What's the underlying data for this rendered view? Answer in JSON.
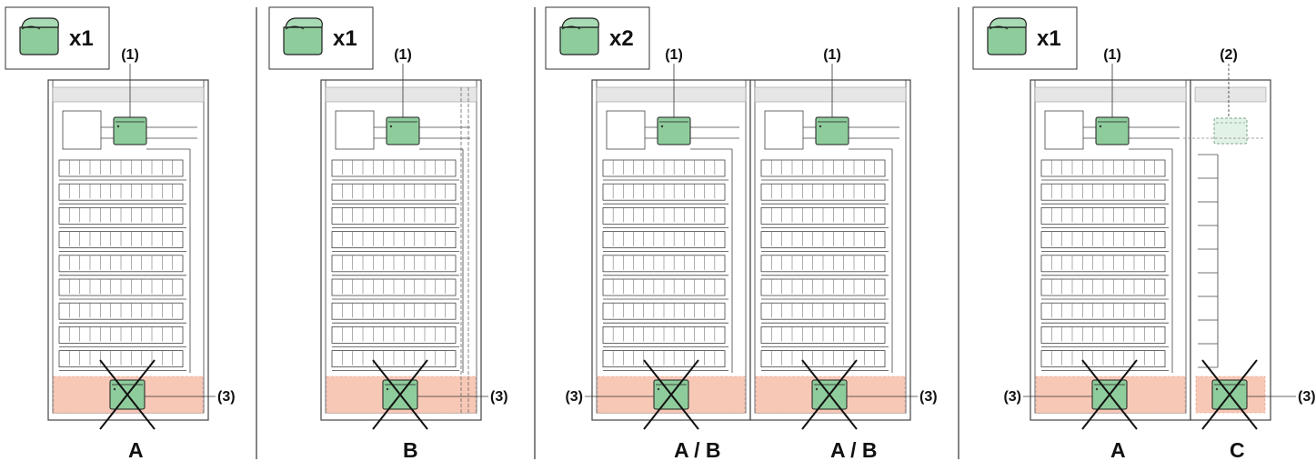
{
  "panels": [
    {
      "qty_label": "x1",
      "caption": "A",
      "cabinets": [
        {
          "type": "A",
          "top_label": "(1)",
          "bottom_label": "(3)",
          "bottom_label_side": "right"
        }
      ]
    },
    {
      "qty_label": "x1",
      "caption": "B",
      "cabinets": [
        {
          "type": "B",
          "top_label": "(1)",
          "bottom_label": "(3)",
          "bottom_label_side": "right"
        }
      ]
    },
    {
      "qty_label": "x2",
      "caption": "",
      "cabinets": [
        {
          "type": "A",
          "top_label": "(1)",
          "bottom_label": "(3)",
          "bottom_label_side": "left",
          "caption": "A / B"
        },
        {
          "type": "A",
          "top_label": "(1)",
          "bottom_label": "(3)",
          "bottom_label_side": "right",
          "caption": "A / B"
        }
      ]
    },
    {
      "qty_label": "x1",
      "caption": "",
      "cabinets": [
        {
          "type": "A",
          "top_label": "(1)",
          "bottom_label": "(3)",
          "bottom_label_side": "left",
          "caption": "A"
        },
        {
          "type": "C",
          "top_label": "(2)",
          "bottom_label": "(3)",
          "bottom_label_side": "right",
          "caption": "C"
        }
      ]
    }
  ],
  "colors": {
    "module_fill": "#8fcc9c",
    "module_stroke": "#1e1e1e",
    "ghost_fill": "#e3f2e6",
    "bottom_zone": "#f8c8b7",
    "line": "#444444",
    "cross": "#111111",
    "divider": "#333333"
  },
  "icons": {
    "module": "device-module-icon",
    "cross": "removed-cross-icon"
  }
}
